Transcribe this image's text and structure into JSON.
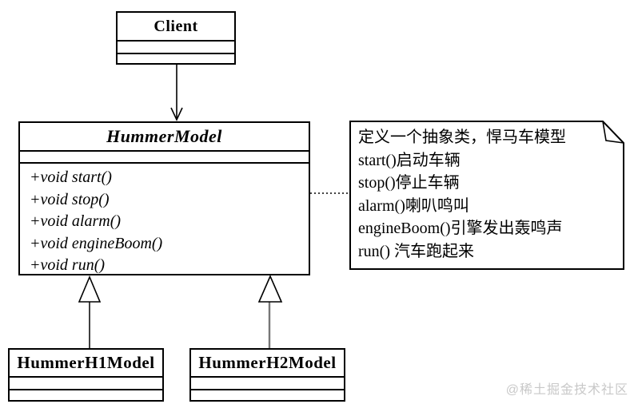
{
  "classes": {
    "client": {
      "name": "Client"
    },
    "hummer_model": {
      "name": "HummerModel",
      "methods": [
        "+void start()",
        "+void stop()",
        "+void alarm()",
        "+void engineBoom()",
        "+void run()"
      ]
    },
    "hummer_h1": {
      "name": "HummerH1Model"
    },
    "hummer_h2": {
      "name": "HummerH2Model"
    }
  },
  "note": {
    "lines": [
      "定义一个抽象类，悍马车模型",
      "start()启动车辆",
      "stop()停止车辆",
      "alarm()喇叭鸣叫",
      "engineBoom()引擎发出轰鸣声",
      "run() 汽车跑起来"
    ]
  },
  "watermark": {
    "text": "@稀土掘金技术社区"
  },
  "colors": {
    "line": "#000000",
    "background": "#ffffff",
    "secondary_line": "#777777",
    "watermark_text": "#c8c8c8"
  }
}
